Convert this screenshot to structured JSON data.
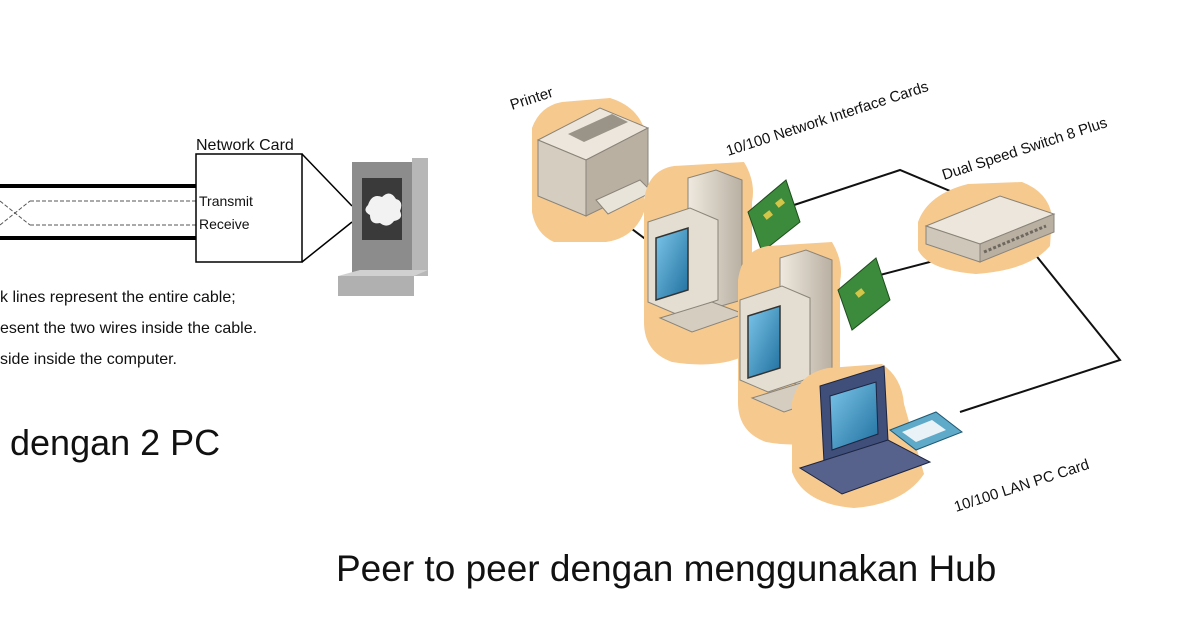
{
  "left_diagram": {
    "network_card_label": "Network Card",
    "transmit_label": "Transmit",
    "receive_label": "Receive",
    "note_lines": [
      "k lines represent the entire cable;",
      "esent the two wires inside the cable.",
      "side inside the computer."
    ],
    "caption": "dengan 2 PC"
  },
  "right_diagram": {
    "printer_label": "Printer",
    "nic_label": "10/100 Network Interface Cards",
    "switch_label": "Dual Speed Switch 8 Plus",
    "pc_card_label": "10/100 LAN PC Card",
    "caption": "Peer to peer dengan menggunakan Hub"
  },
  "colors": {
    "device_beige": "#d9d2c6",
    "screen_blue": "#2f8ec2",
    "card_green": "#3c8a3c",
    "device_shadow": "#f6c98e",
    "laptop_navy": "#3f4f7a"
  }
}
